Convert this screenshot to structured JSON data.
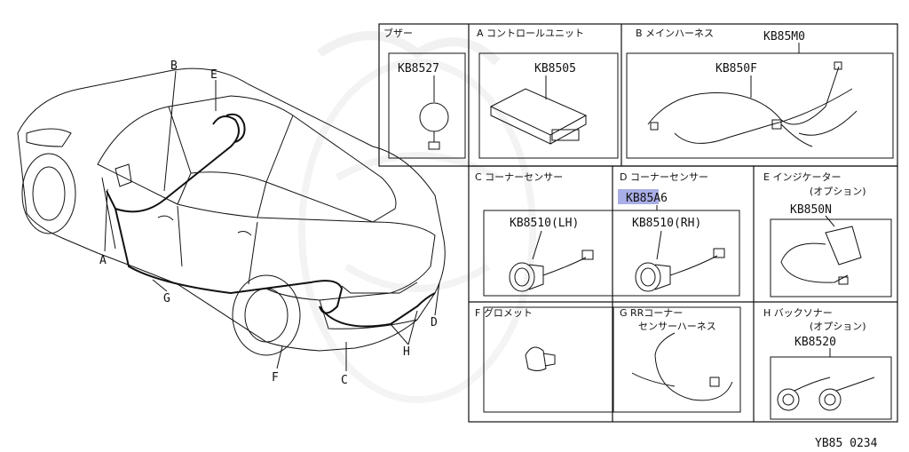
{
  "callouts": {
    "A": "A",
    "B": "B",
    "C": "C",
    "D": "D",
    "E": "E",
    "F": "F",
    "G": "G",
    "H": "H"
  },
  "panels": {
    "buzzer": {
      "title": "ブザー",
      "part": "KB8527"
    },
    "control": {
      "title": "A  コントロールユニット",
      "part": "KB8505"
    },
    "main_harness": {
      "title": "B  メインハーネス",
      "part_top": "KB85M0",
      "part": "KB850F"
    },
    "corner_c": {
      "title": "C  コーナーセンサー",
      "part": "KB8510(LH)"
    },
    "corner_d": {
      "title": "D  コーナーセンサー",
      "part_top": "KB85A6",
      "part": "KB8510(RH)"
    },
    "indicator": {
      "title": "E  インジケーター",
      "subtitle": "(オプション)",
      "part": "KB850N"
    },
    "grommet": {
      "title": "F  グロメット"
    },
    "rr_harness": {
      "title": "G  RRコーナー",
      "subtitle": "センサーハーネス"
    },
    "back_sonar": {
      "title": "H  バックソナー",
      "subtitle": "(オプション)",
      "part": "KB8520"
    }
  },
  "footer": {
    "code": "YB85 0234"
  },
  "colors": {
    "highlight": "#a9aee6",
    "line": "#111111",
    "watermark": "#e6e6e6"
  }
}
